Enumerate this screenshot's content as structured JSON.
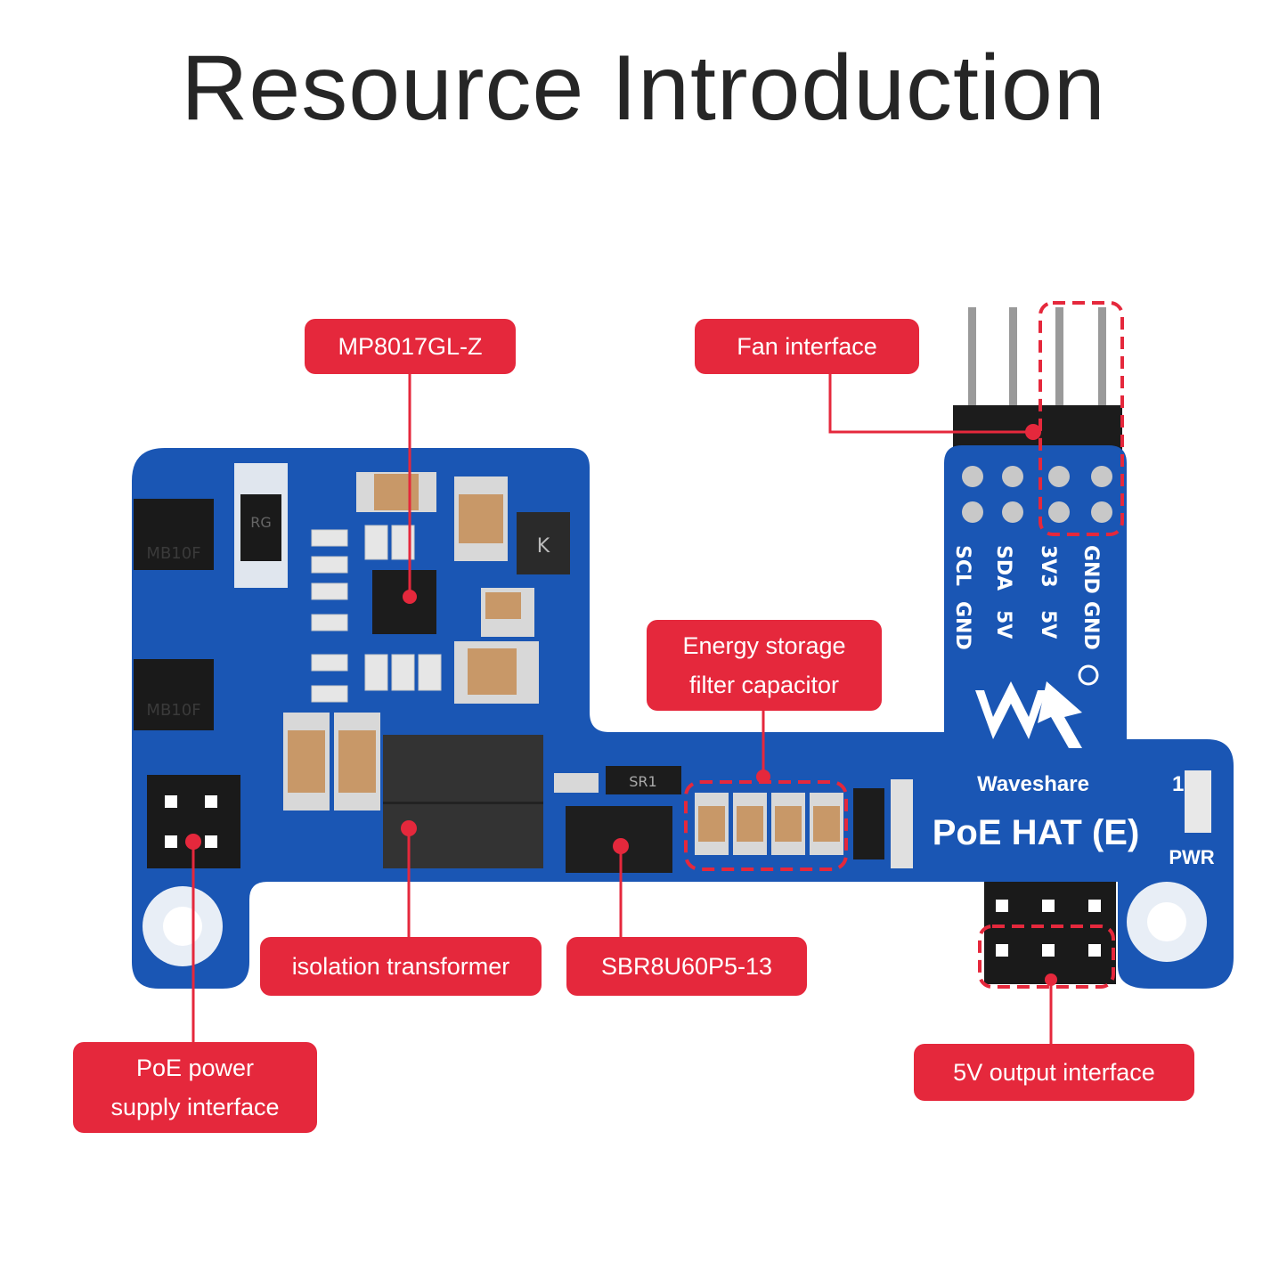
{
  "title": "Resource Introduction",
  "board": {
    "brand": "Waveshare",
    "model": "PoE HAT (E)",
    "led_label": "PWR",
    "fan_pin_labels_left": [
      "SCL",
      "SDA",
      "3V3",
      "GND"
    ],
    "fan_pin_labels_right": [
      "GND",
      "5V",
      "5V",
      "GND"
    ],
    "chip_marks": [
      "MB10F",
      "MB10F",
      "RG",
      "SR1",
      "1"
    ]
  },
  "callouts": {
    "mp8017": "MP8017GL-Z",
    "fan": "Fan interface",
    "capacitor_line1": "Energy storage",
    "capacitor_line2": "filter capacitor",
    "transformer": "isolation transformer",
    "sbr": "SBR8U60P5-13",
    "poe_line1": "PoE power",
    "poe_line2": "supply interface",
    "output": "5V output interface"
  },
  "colors": {
    "accent_red": "#e5283c",
    "pcb_blue": "#1a56b4",
    "title_text": "#262626"
  }
}
